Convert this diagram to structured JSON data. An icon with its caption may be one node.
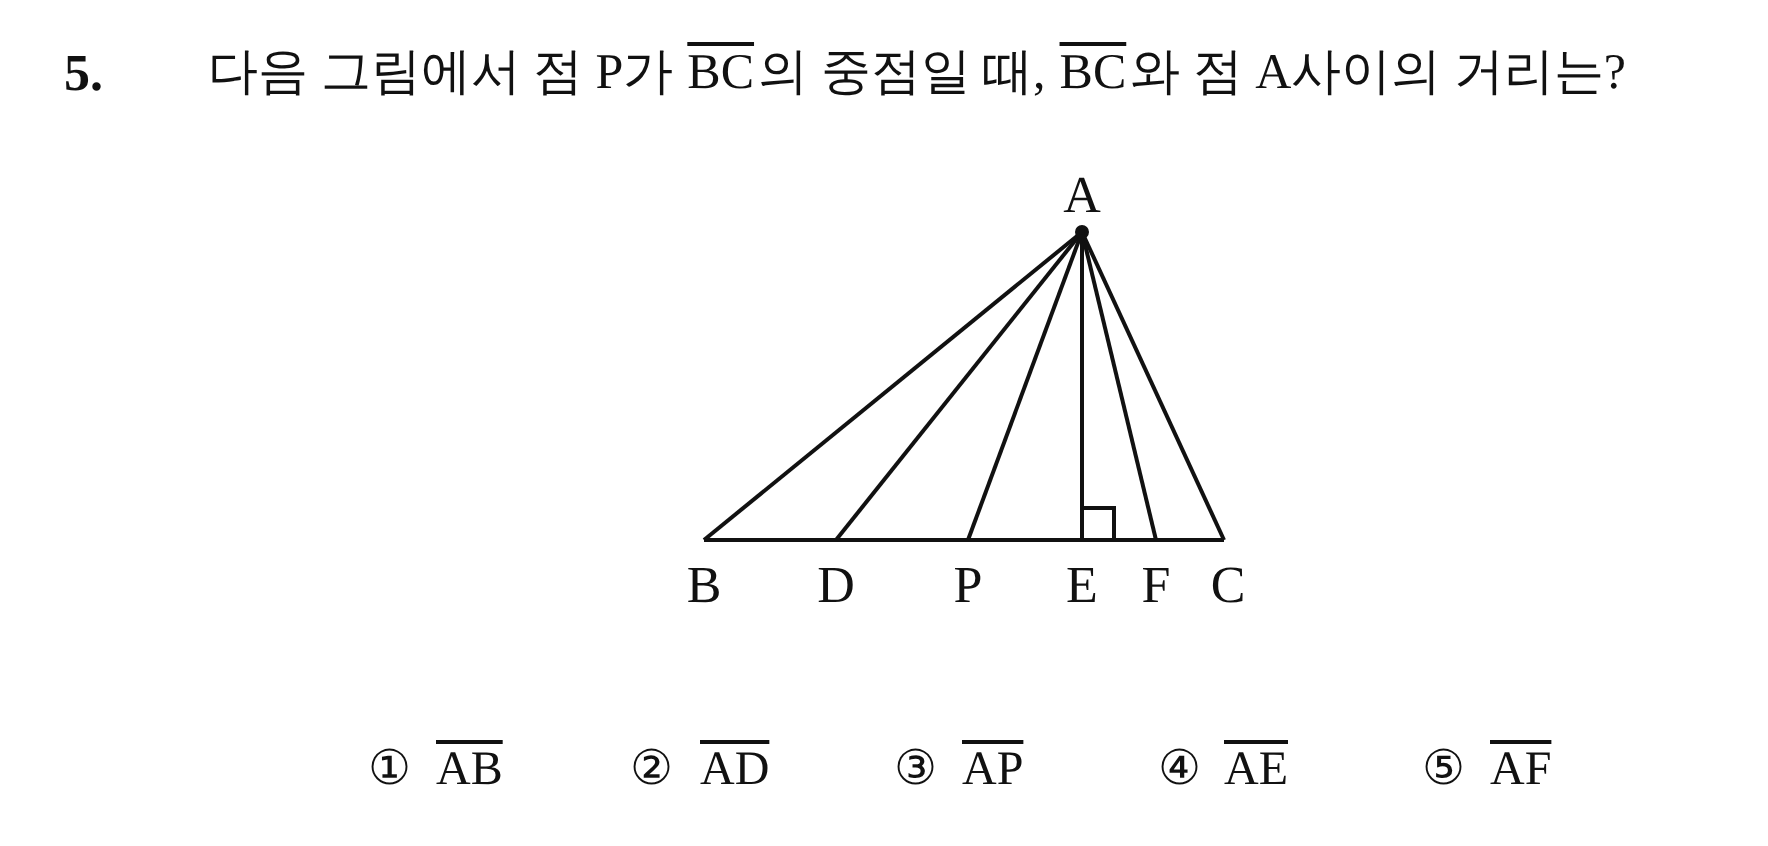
{
  "diagram": {
    "labels": [
      "5.",
      "다음 그림에서 점 P가",
      "BC",
      "의 중점일 때,",
      "BC",
      "와 점 A사이의 거리는?",
      "A",
      "B",
      "D",
      "P",
      "E",
      "F",
      "C",
      "①",
      "AB",
      "②",
      "AD",
      "③",
      "AP",
      "④",
      "AE",
      "⑤",
      "AF"
    ]
  }
}
